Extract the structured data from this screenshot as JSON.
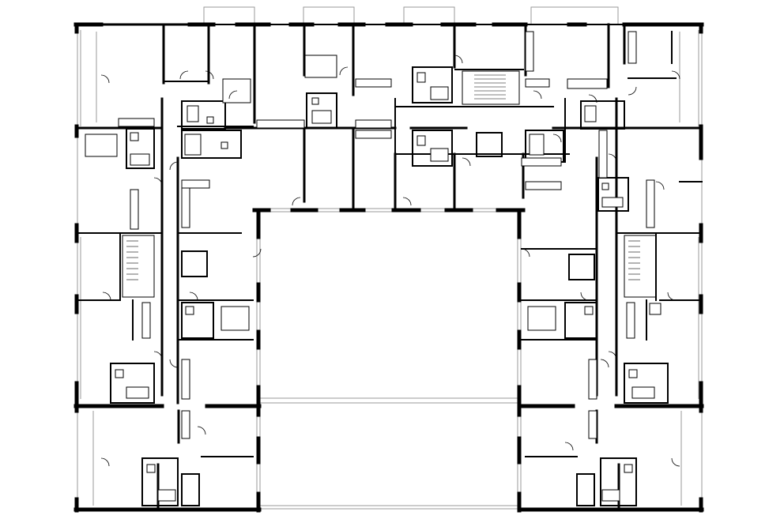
{
  "drawing": {
    "type": "architectural floor plan",
    "colors": {
      "wall": "#000000",
      "glazing": "#9a9a9a",
      "background": "#ffffff"
    },
    "elements": [
      "outer-walls",
      "courtyard",
      "stairwells",
      "bathrooms",
      "kitchens",
      "balconies",
      "doors"
    ]
  }
}
